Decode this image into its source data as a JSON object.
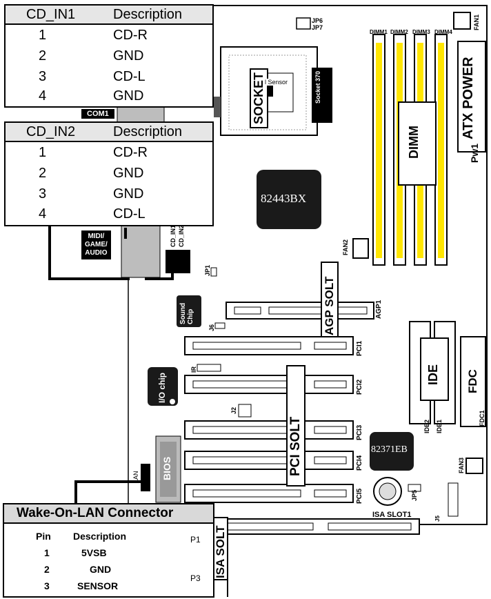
{
  "cd_in1": {
    "headers": [
      "CD_IN1",
      "Description"
    ],
    "rows": [
      [
        "1",
        "CD-R"
      ],
      [
        "2",
        "GND"
      ],
      [
        "3",
        "CD-L"
      ],
      [
        "4",
        "GND"
      ]
    ]
  },
  "cd_in2": {
    "headers": [
      "CD_IN2",
      "Description"
    ],
    "rows": [
      [
        "1",
        "CD-R"
      ],
      [
        "2",
        "GND"
      ],
      [
        "3",
        "GND"
      ],
      [
        "4",
        "CD-L"
      ]
    ]
  },
  "wol": {
    "title": "Wake-On-LAN  Connector",
    "headers": [
      "Pin",
      "Description"
    ],
    "rows": [
      [
        "1",
        "5VSB"
      ],
      [
        "2",
        "GND"
      ],
      [
        "3",
        "SENSOR"
      ]
    ],
    "p1": "P1",
    "p3": "P3"
  },
  "labels": {
    "com1": "COM1",
    "jp6": "JP6",
    "jp7": "JP7",
    "fan1": "FAN1",
    "dimm1": "DIMM1",
    "dimm2": "DIMM2",
    "dimm3": "DIMM3",
    "dimm4": "DIMM4",
    "atx_power": "ATX POWER",
    "pw1": "Pw1",
    "dimm": "DIMM",
    "socket": "SOCKET",
    "socket370": "Socket 370",
    "sensor": "l Sensor",
    "chip_82443": "82443BX",
    "fan2": "FAN2",
    "midi": "MIDI/\nGAME/\nAUDIO",
    "cd_in1_v": "CD_IN1",
    "cd_in2_v": "CD_IN2",
    "jp1": "JP1",
    "agp_solt": "AGP SOLT",
    "agp1": "AGP1",
    "sound_chip": "Sound\nChip",
    "j6": "J6",
    "pci1": "PCI1",
    "pci2": "PCI2",
    "pci3": "PCI3",
    "pci4": "PCI4",
    "pci5": "PCI5",
    "ir": "IR",
    "io_chip": "I/O chip",
    "j2": "J2",
    "pci_solt": "PCI SOLT",
    "ide": "IDE",
    "fdc": "FDC",
    "fdc1": "FDC1",
    "ide1": "IDE1",
    "ide2": "IDE2",
    "chip_82371": "82371EB",
    "fan3": "FAN3",
    "bios": "BIOS",
    "lan": "LAN",
    "jp5": "JP5",
    "isa_slot1": "ISA SLOT1",
    "isa_solt": "ISA SOLT",
    "j5": "J5"
  }
}
